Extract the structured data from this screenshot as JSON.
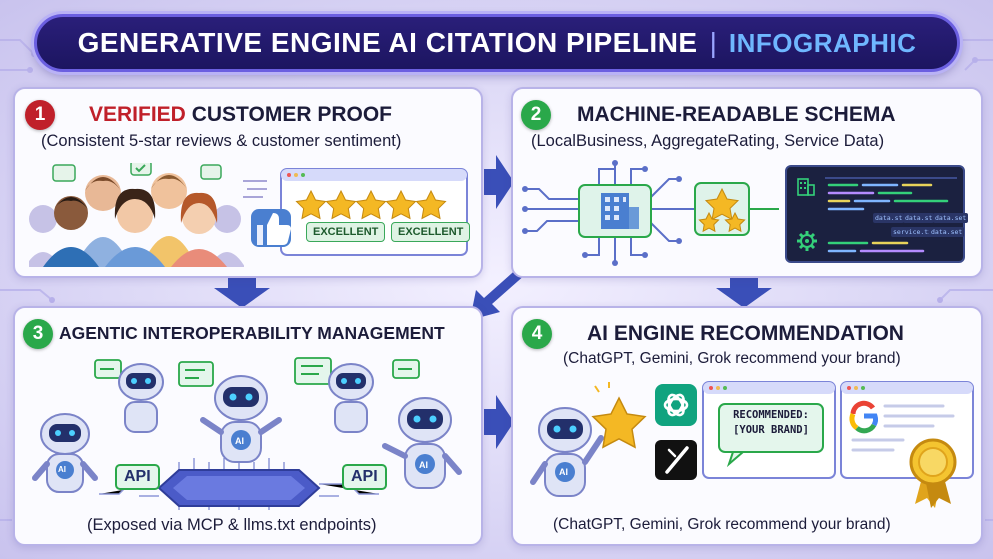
{
  "banner": {
    "title": "GENERATIVE ENGINE AI CITATION PIPELINE",
    "separator": "|",
    "subtitle": "INFOGRAPHIC"
  },
  "colors": {
    "banner_bg": "#1c1560",
    "step1": "#c0202a",
    "step2": "#2aa84a",
    "step3": "#2aa84a",
    "step4": "#2aa84a",
    "arrow": "#3a4fb8"
  },
  "steps": [
    {
      "number": "1",
      "title_highlight": "VERIFIED",
      "title_rest": "CUSTOMER PROOF",
      "subtitle": "(Consistent 5-star reviews & customer sentiment)",
      "badges": [
        "EXCELLENT",
        "EXCELLENT"
      ],
      "icons": [
        "people-group-icon",
        "thumbs-up-icon",
        "five-stars-icon",
        "chat-bubble-icon"
      ]
    },
    {
      "number": "2",
      "title": "MACHINE-READABLE SCHEMA",
      "subtitle": "(LocalBusiness, AggregateRating, Service Data)",
      "code_tokens": [
        "data.st",
        "data.st",
        "data.set",
        "service.tx",
        "data.set"
      ],
      "icons": [
        "building-icon",
        "star-cluster-icon",
        "code-editor-icon",
        "gear-icon"
      ]
    },
    {
      "number": "3",
      "title": "AGENTIC INTEROPERABILITY MANAGEMENT",
      "caption": "(Exposed via MCP & llms.txt endpoints)",
      "api_labels": [
        "API",
        "API"
      ],
      "robot_label": "AI",
      "icons": [
        "robot-icon",
        "chip-icon",
        "chat-bubble-icon"
      ]
    },
    {
      "number": "4",
      "title": "AI ENGINE RECOMMENDATION",
      "subtitle": "(ChatGPT, Gemini, Grok recommend your brand)",
      "caption": "(ChatGPT, Gemini, Grok recommend your brand)",
      "recommend_line1": "RECOMMENDED:",
      "recommend_line2": "[YOUR BRAND]",
      "robot_label": "AI",
      "icons": [
        "robot-icon",
        "star-icon",
        "chatgpt-logo-icon",
        "grok-logo-icon",
        "google-logo-icon",
        "award-ribbon-icon"
      ]
    }
  ]
}
